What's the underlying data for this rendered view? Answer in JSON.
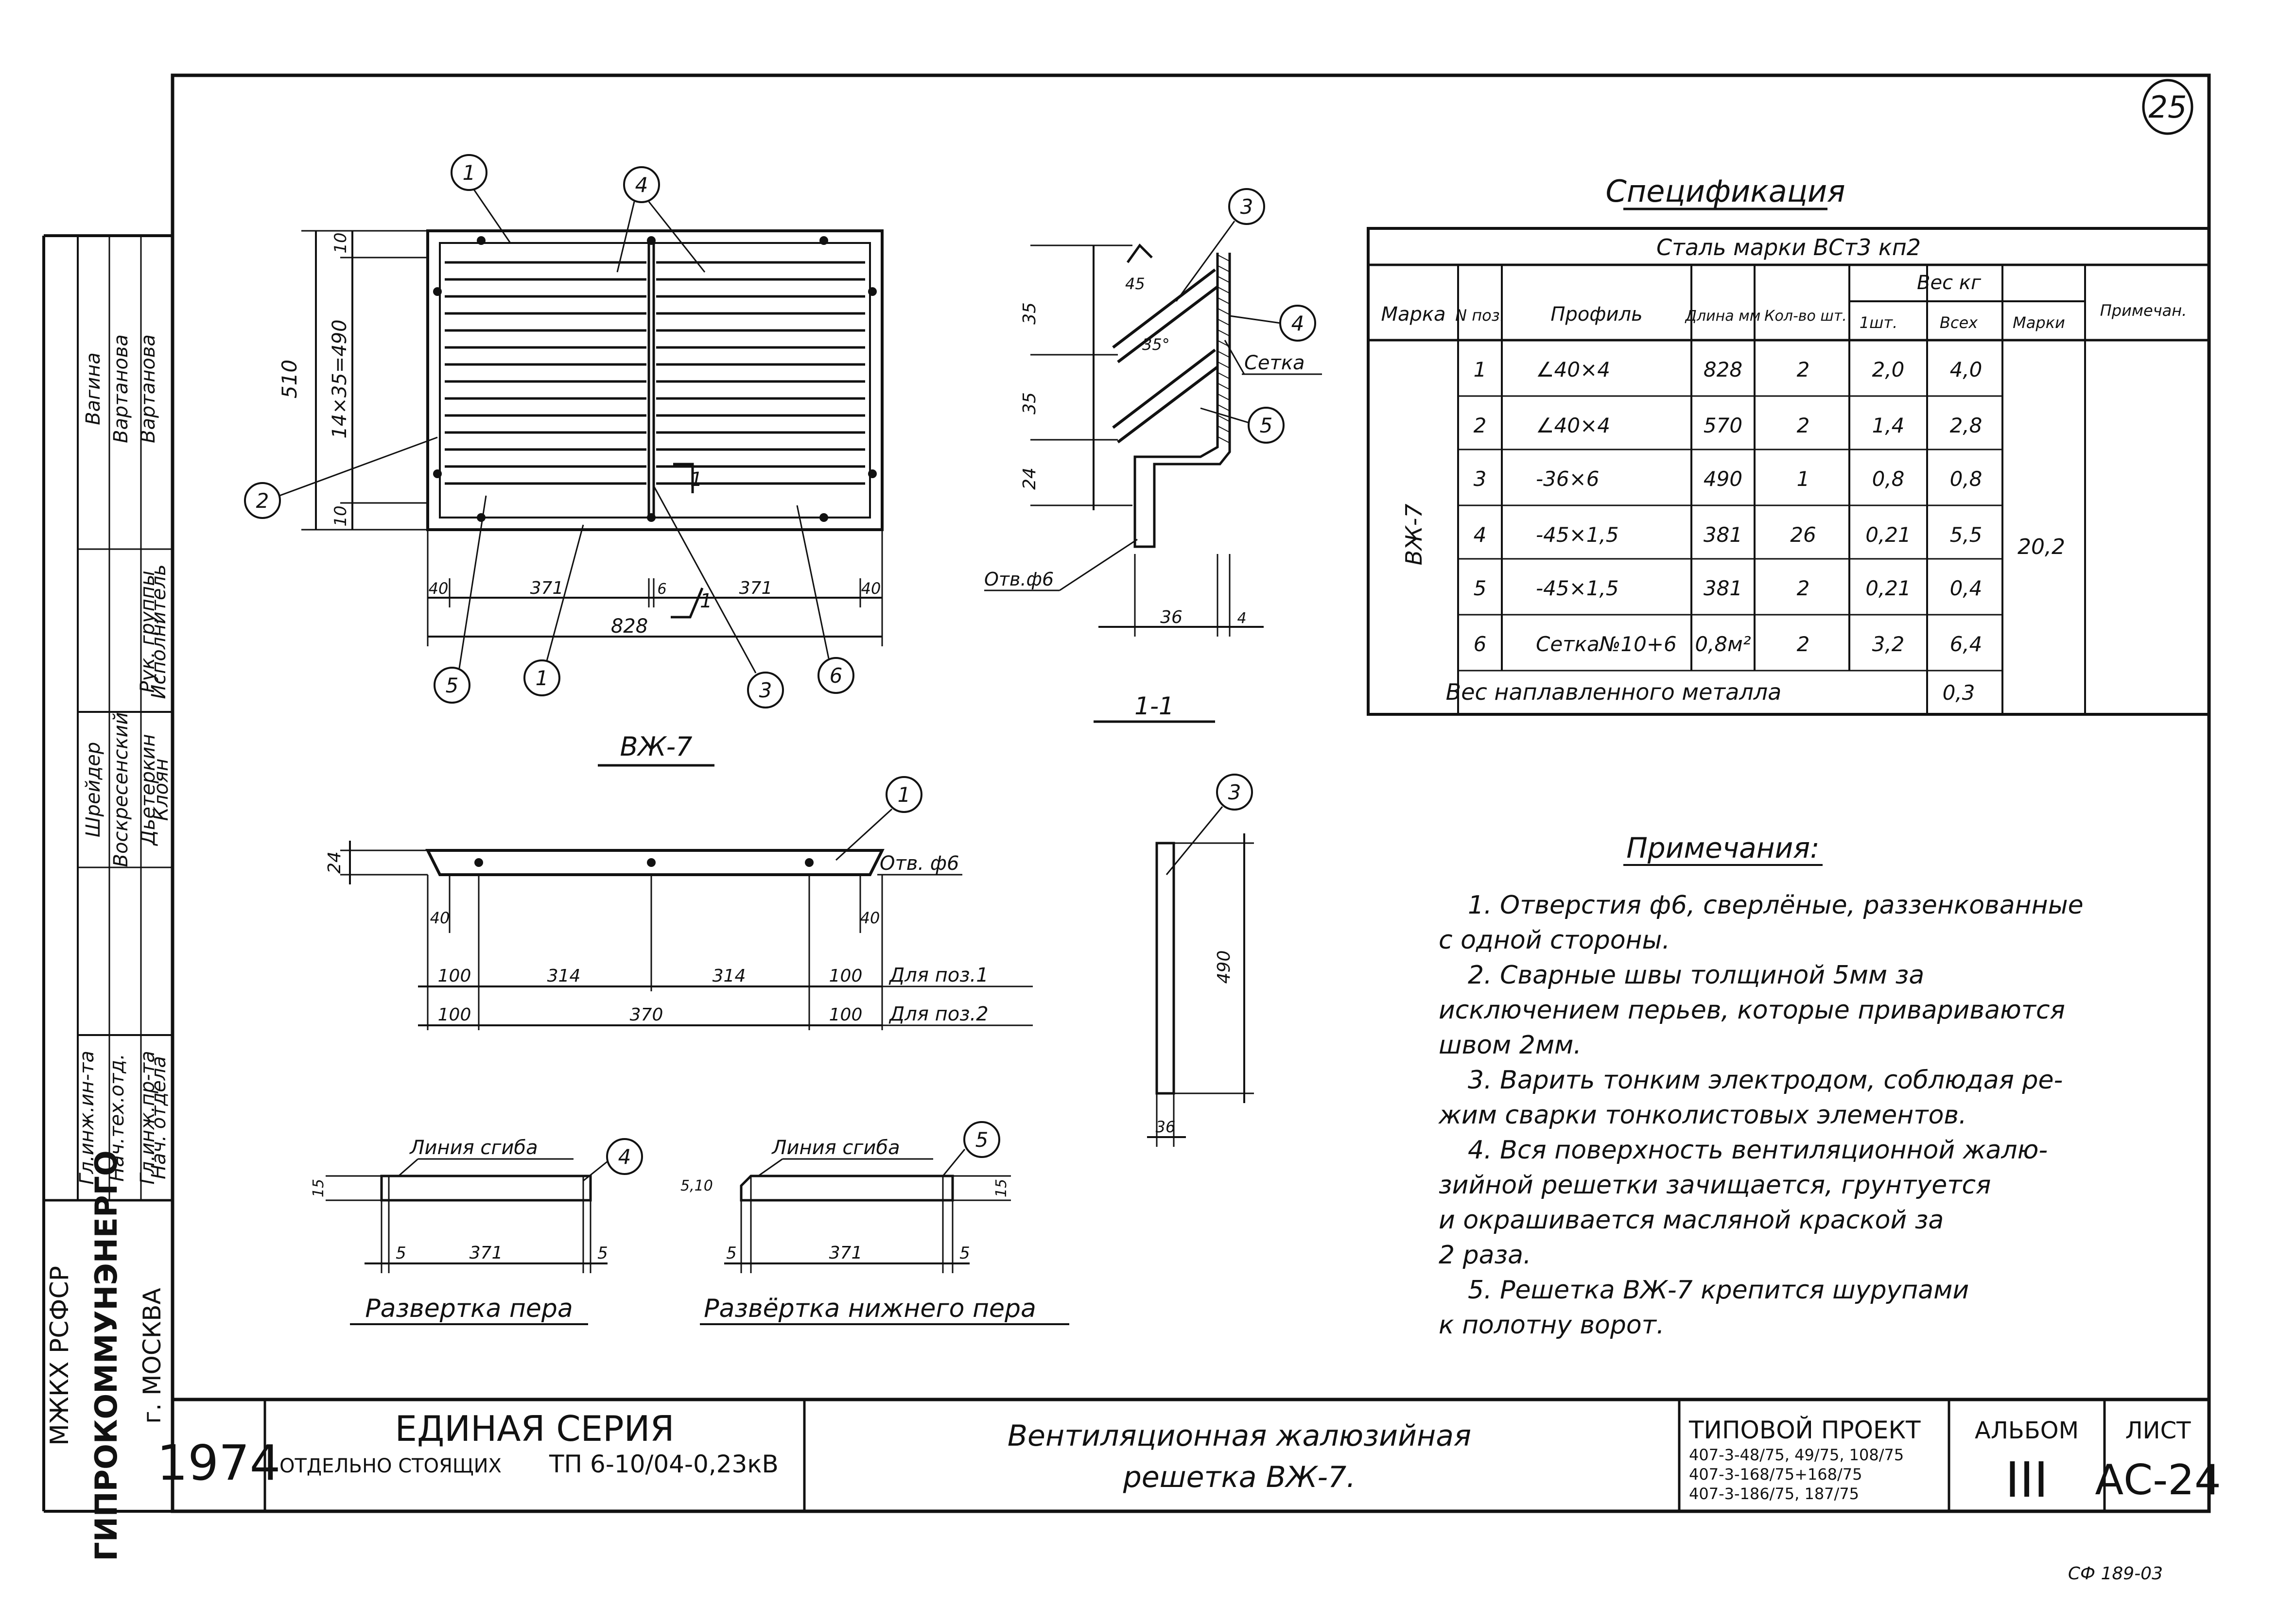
{
  "sheet_number": "25",
  "stamp": "СФ 189-03",
  "main_view": {
    "label": "ВЖ-7",
    "dims": {
      "overall_h": "510",
      "slats": "14×35=490",
      "top": "10",
      "bottom": "10",
      "left": "40",
      "w1": "371",
      "mid": "6",
      "w2": "371",
      "right": "40",
      "overall_w": "828",
      "cut": "1"
    },
    "callouts": [
      "1",
      "4",
      "2",
      "5",
      "1",
      "3",
      "6"
    ]
  },
  "section": {
    "label": "1-1",
    "dims": {
      "a": "35",
      "b": "35",
      "c": "24",
      "angle1": "45",
      "angle2": "35°",
      "w": "36",
      "t": "4"
    },
    "mesh": "Сетка",
    "hole": "Отв.ф6",
    "callouts": [
      "3",
      "4",
      "5"
    ]
  },
  "spec": {
    "title": "Спецификация",
    "steel": "Сталь марки ВСт3 кп2",
    "headers": {
      "mark": "Марка",
      "pos": "N поз.",
      "profile": "Профиль",
      "length": "Длина мм",
      "qty": "Кол-во шт.",
      "weight": "Вес кг",
      "one": "1шт.",
      "all": "Всех",
      "marks": "Марки",
      "note": "Примечан."
    },
    "mark": "ВЖ-7",
    "total": "20,2",
    "rows": [
      {
        "pos": "1",
        "profile": "∠40×4",
        "len": "828",
        "qty": "2",
        "one": "2,0",
        "all": "4,0"
      },
      {
        "pos": "2",
        "profile": "∠40×4",
        "len": "570",
        "qty": "2",
        "one": "1,4",
        "all": "2,8"
      },
      {
        "pos": "3",
        "profile": "-36×6",
        "len": "490",
        "qty": "1",
        "one": "0,8",
        "all": "0,8"
      },
      {
        "pos": "4",
        "profile": "-45×1,5",
        "len": "381",
        "qty": "26",
        "one": "0,21",
        "all": "5,5"
      },
      {
        "pos": "5",
        "profile": "-45×1,5",
        "len": "381",
        "qty": "2",
        "one": "0,21",
        "all": "0,4"
      },
      {
        "pos": "6",
        "profile": "Сетка№10+6",
        "len": "0,8м²",
        "qty": "2",
        "one": "3,2",
        "all": "6,4"
      }
    ],
    "weld_label": "Вес наплавленного металла",
    "weld_value": "0,3"
  },
  "angle_view": {
    "callout": "1",
    "dim_h": "24",
    "hole": "Отв. ф6",
    "inset_l": "40",
    "inset_r": "40",
    "row1": [
      "100",
      "314",
      "314",
      "100"
    ],
    "row1_label": "Для поз.1",
    "row2": [
      "100",
      "370",
      "100"
    ],
    "row2_label": "Для поз.2"
  },
  "strip_view": {
    "callout": "3",
    "dim_h": "490",
    "dim_w": "36"
  },
  "unfold1": {
    "bend": "Линия сгиба",
    "callout": "4",
    "h": "15",
    "a": "5",
    "w": "371",
    "b": "5",
    "label": "Развертка пера"
  },
  "unfold2": {
    "bend": "Линия сгиба",
    "callout": "5",
    "h1": "5,10",
    "h2": "15",
    "a": "5",
    "w": "371",
    "b": "5",
    "label": "Развёртка нижнего пера"
  },
  "notes": {
    "title": "Примечания:",
    "lines": [
      "1. Отверстия ф6, сверлёные, раззенкованные",
      "с одной стороны.",
      "2. Сварные швы толщиной 5мм за",
      "исключением перьев, которые привариваются",
      "швом 2мм.",
      "3. Варить тонким электродом, соблюдая ре-",
      "жим сварки тонколистовых элементов.",
      "4. Вся поверхность вентиляционной жалю-",
      "зийной решетки зачищается, грунтуется",
      "и окрашивается масляной краской за",
      "2 раза.",
      "5. Решетка ВЖ-7 крепится шурупами",
      "к полотну ворот."
    ]
  },
  "side_stamp": {
    "roles": [
      "Гл.инж.ин-та",
      "Нач.тех.отд.",
      "Гл.инж.пр-та",
      "Нач. отдела",
      "Рук. группы",
      "Исполнитель"
    ],
    "names": [
      "Шрейдер",
      "Воскресенский",
      "Дьетеркин",
      "Клоян",
      "Вагина",
      "Вартанова",
      "Вартанова"
    ],
    "org1": "МЖКХ РСФСР",
    "org2": "ГИПРОКОММУНЭНЕРГО",
    "org3": "г. МОСКВА"
  },
  "title_block": {
    "year": "1974",
    "series": "ЕДИНАЯ СЕРИЯ",
    "series_sub": "ОТДЕЛЬНО СТОЯЩИХ",
    "series_code": "ТП 6-10/04-0,23кВ",
    "name1": "Вентиляционная жалюзийная",
    "name2": "решетка ВЖ-7.",
    "project": "ТИПОВОЙ ПРОЕКТ",
    "proj1": "407-3-48/75, 49/75, 108/75",
    "proj2": "407-3-168/75+168/75",
    "proj3": "407-3-186/75, 187/75",
    "album": "АЛЬБОМ",
    "album_no": "III",
    "sheet": "ЛИСТ",
    "sheet_no": "АС-24"
  }
}
